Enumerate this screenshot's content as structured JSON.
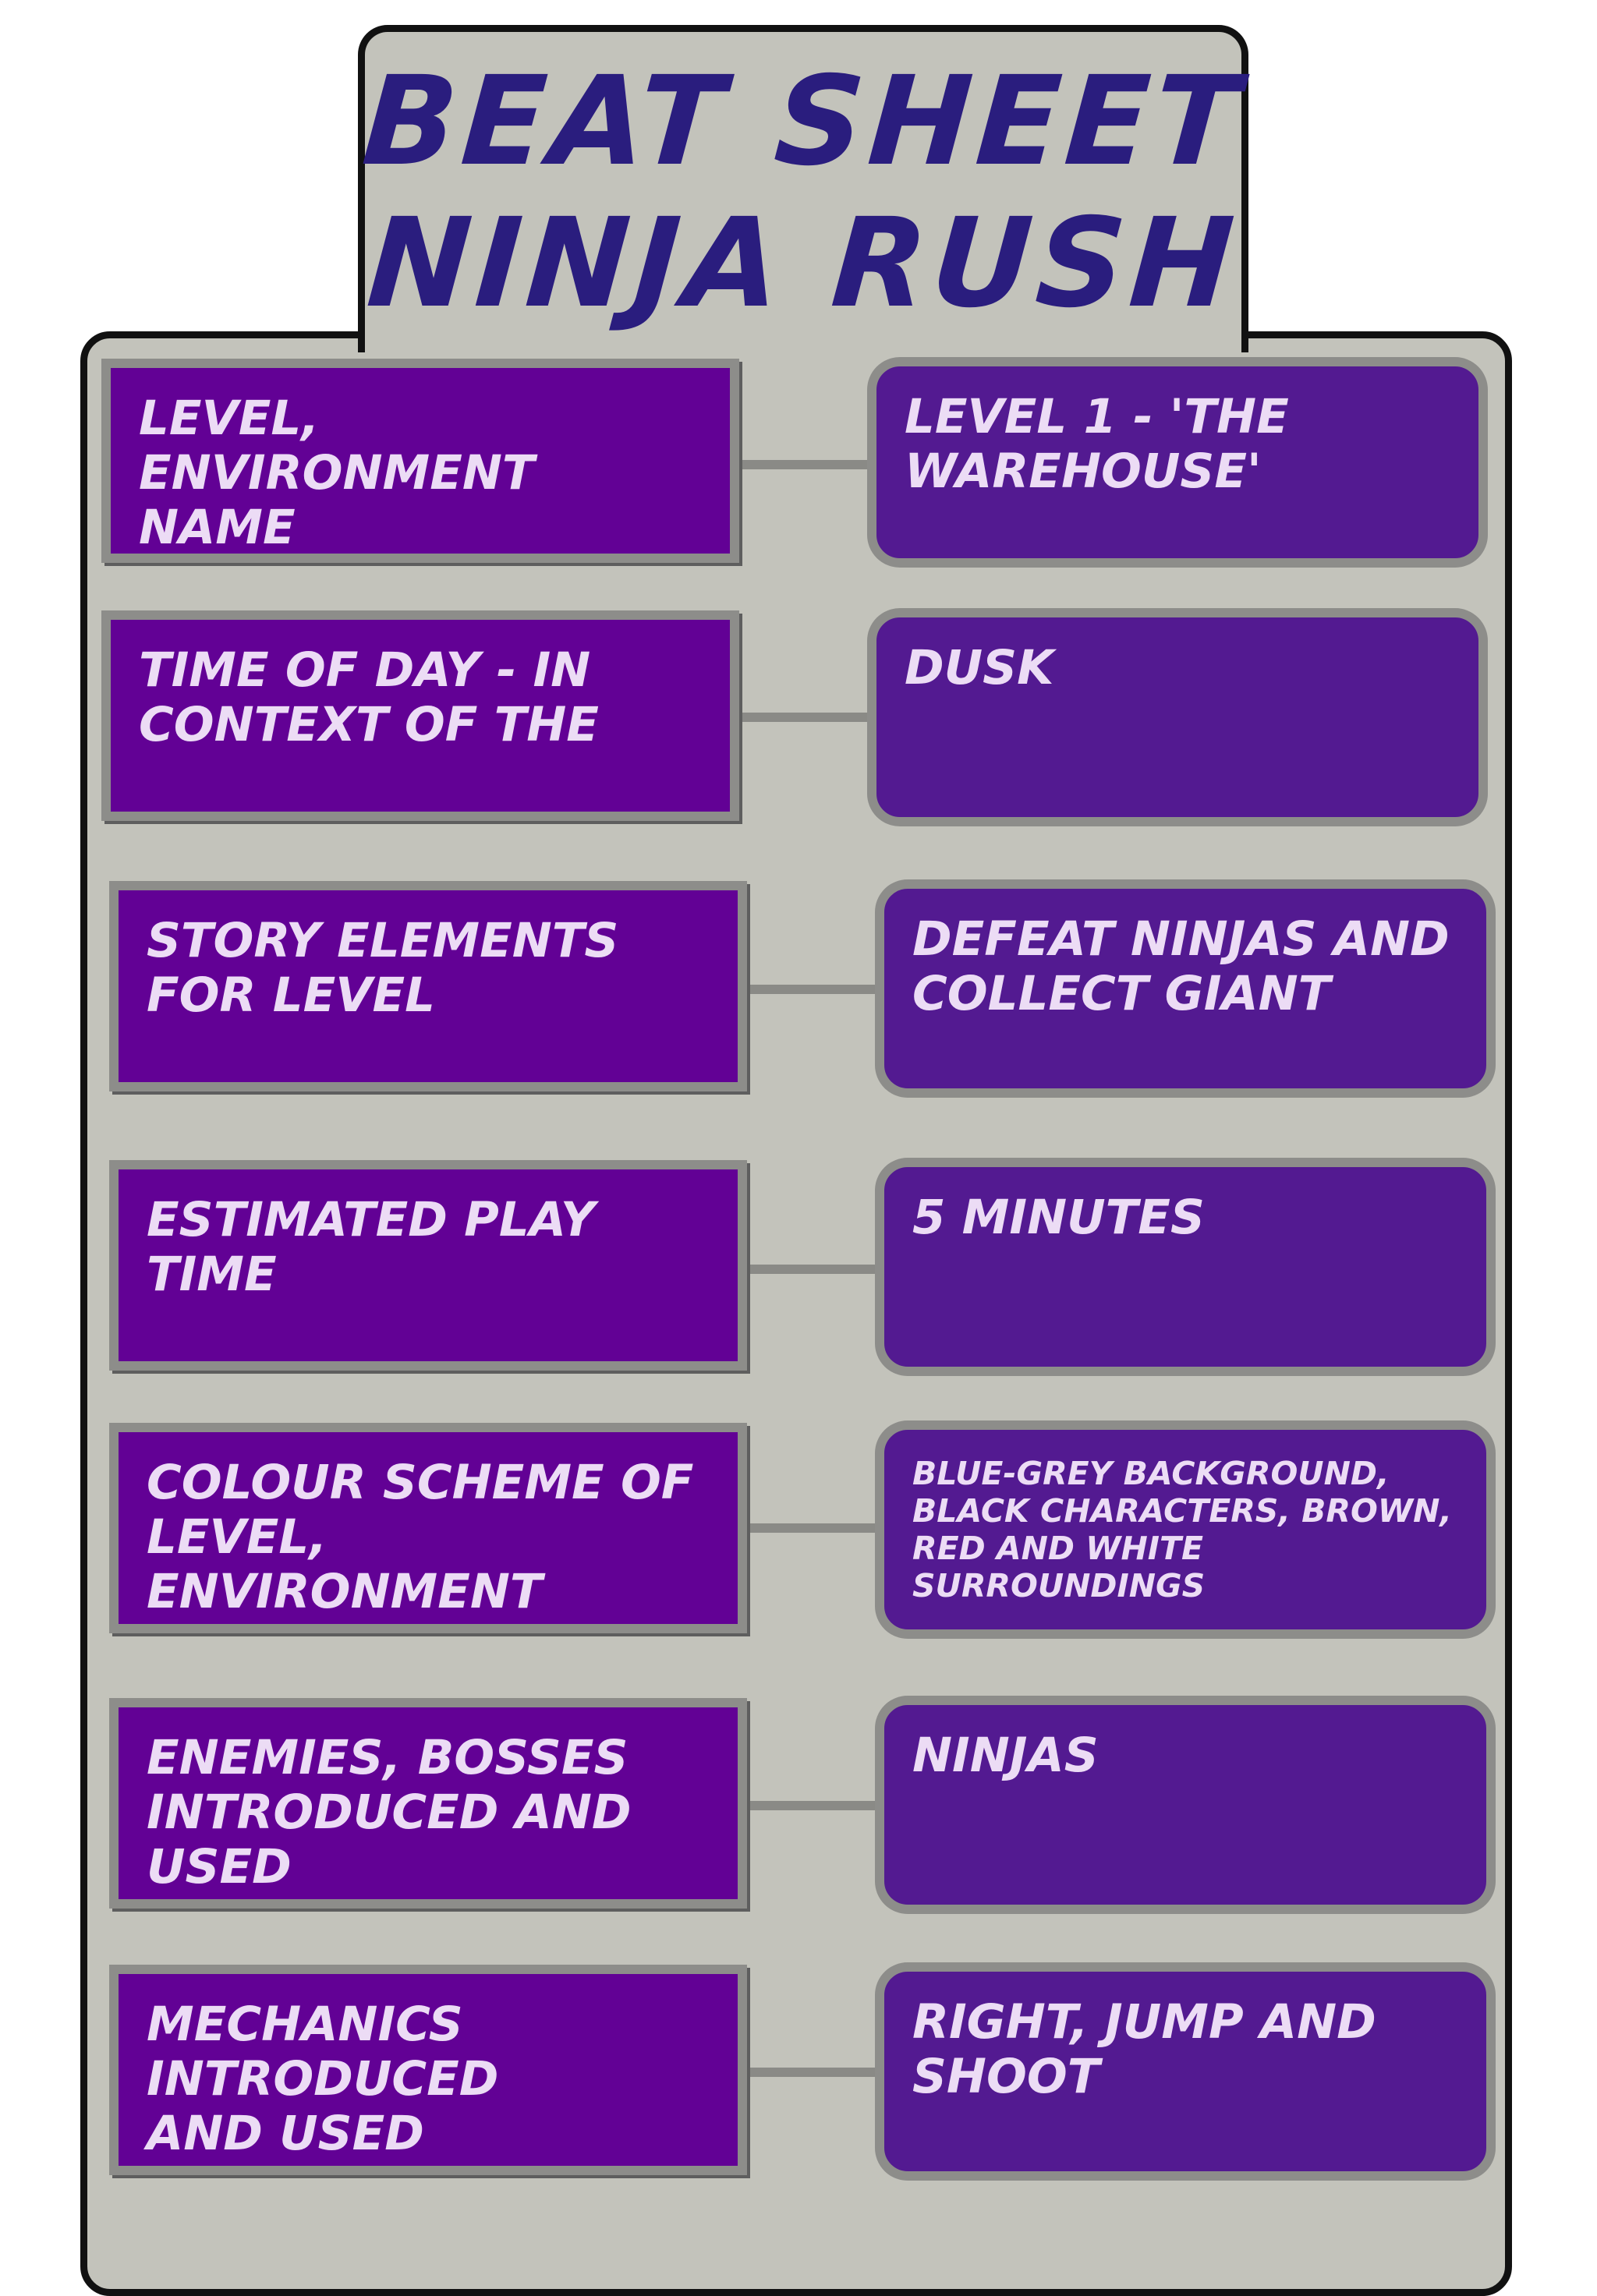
{
  "title": {
    "line1": "Beat Sheet",
    "line2": "Ninja Rush"
  },
  "rows": [
    {
      "label": "Level, Environment\nName",
      "value": "Level 1 - 'The\nWarehouse'"
    },
    {
      "label": "Time of Day - in\nContext of the",
      "value": "Dusk"
    },
    {
      "label": "Story Elements\nfor Level",
      "value": "Defeat Ninjas and\nCollect Giant"
    },
    {
      "label": "Estimated Play\nTime",
      "value": "5 Minutes"
    },
    {
      "label": "Colour Scheme of\nLevel, Environment",
      "value": "Blue-grey background,\nblack characters, brown,\nred and white\nsurroundings"
    },
    {
      "label": "Enemies, Bosses\nIntroduced and Used",
      "value": "Ninjas"
    },
    {
      "label": "Mechanics Introduced\nand Used",
      "value": "Right, Jump and\nShoot"
    }
  ],
  "colors": {
    "title": "#2a1d7e",
    "panel": "#c3c3bb",
    "label_box": "#620195",
    "value_box": "#531a91",
    "box_border": "#8d8d8a",
    "box_text": "#ecdcf5"
  }
}
